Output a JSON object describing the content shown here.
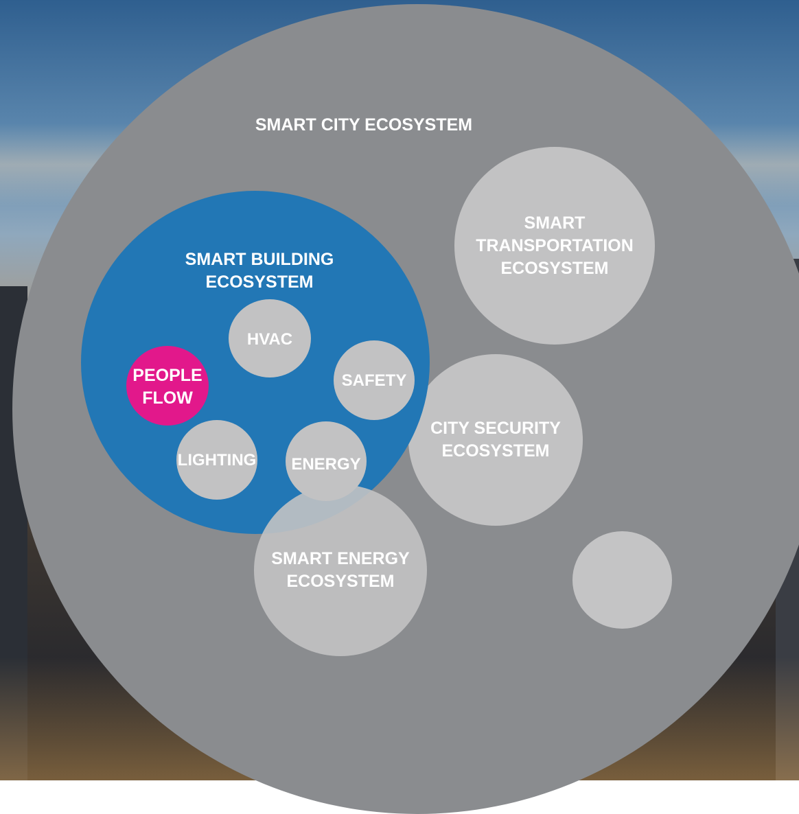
{
  "diagram": {
    "outer": {
      "label": "SMART CITY ECOSYSTEM"
    },
    "building": {
      "label": "SMART BUILDING ECOSYSTEM",
      "line1": "SMART BUILDING",
      "line2": "ECOSYSTEM"
    },
    "building_items": {
      "hvac": "HVAC",
      "safety": "SAFETY",
      "people_flow_line1": "PEOPLE",
      "people_flow_line2": "FLOW",
      "lighting": "LIGHTING",
      "energy": "ENERGY"
    },
    "transportation": {
      "line1": "SMART",
      "line2": "TRANSPORTATION",
      "line3": "ECOSYSTEM"
    },
    "security": {
      "line1": "CITY SECURITY",
      "line2": "ECOSYSTEM"
    },
    "energy_ecosystem": {
      "line1": "SMART ENERGY",
      "line2": "ECOSYSTEM"
    }
  },
  "colors": {
    "outer": "#8a8c8f",
    "building": "#2277b5",
    "secondary": "#c2c2c3",
    "highlight": "#e2188b",
    "text": "#ffffff"
  }
}
